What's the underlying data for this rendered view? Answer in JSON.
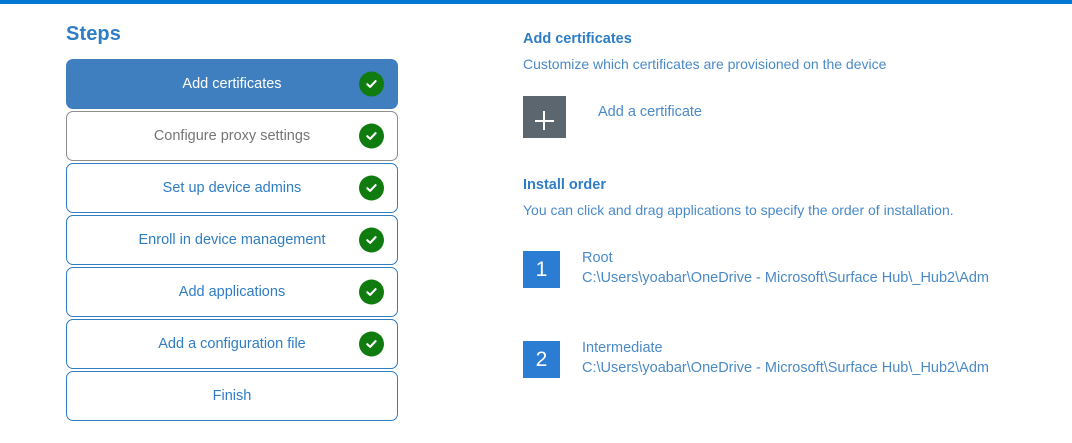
{
  "accent_color": "#0078d4",
  "steps_panel": {
    "heading": "Steps",
    "items": [
      {
        "label": "Add certificates",
        "state": "active",
        "completed": true
      },
      {
        "label": "Configure proxy settings",
        "state": "muted",
        "completed": true
      },
      {
        "label": "Set up device admins",
        "state": "default",
        "completed": true
      },
      {
        "label": "Enroll in device management",
        "state": "default",
        "completed": true
      },
      {
        "label": "Add applications",
        "state": "default",
        "completed": true
      },
      {
        "label": "Add a configuration file",
        "state": "default",
        "completed": true
      },
      {
        "label": "Finish",
        "state": "default",
        "completed": false
      }
    ],
    "check_icon": "check-circle-icon"
  },
  "detail_panel": {
    "heading": "Add certificates",
    "subtitle": "Customize which certificates are provisioned on the device",
    "add_certificate": {
      "icon": "plus-icon",
      "label": "Add a certificate"
    },
    "install_order": {
      "heading": "Install order",
      "description": "You can click and drag applications to specify the order of installation.",
      "items": [
        {
          "number": "1",
          "name": "Root",
          "path": "C:\\Users\\yoabar\\OneDrive - Microsoft\\Surface Hub\\_Hub2\\Adm"
        },
        {
          "number": "2",
          "name": "Intermediate",
          "path": "C:\\Users\\yoabar\\OneDrive - Microsoft\\Surface Hub\\_Hub2\\Adm"
        }
      ]
    }
  }
}
